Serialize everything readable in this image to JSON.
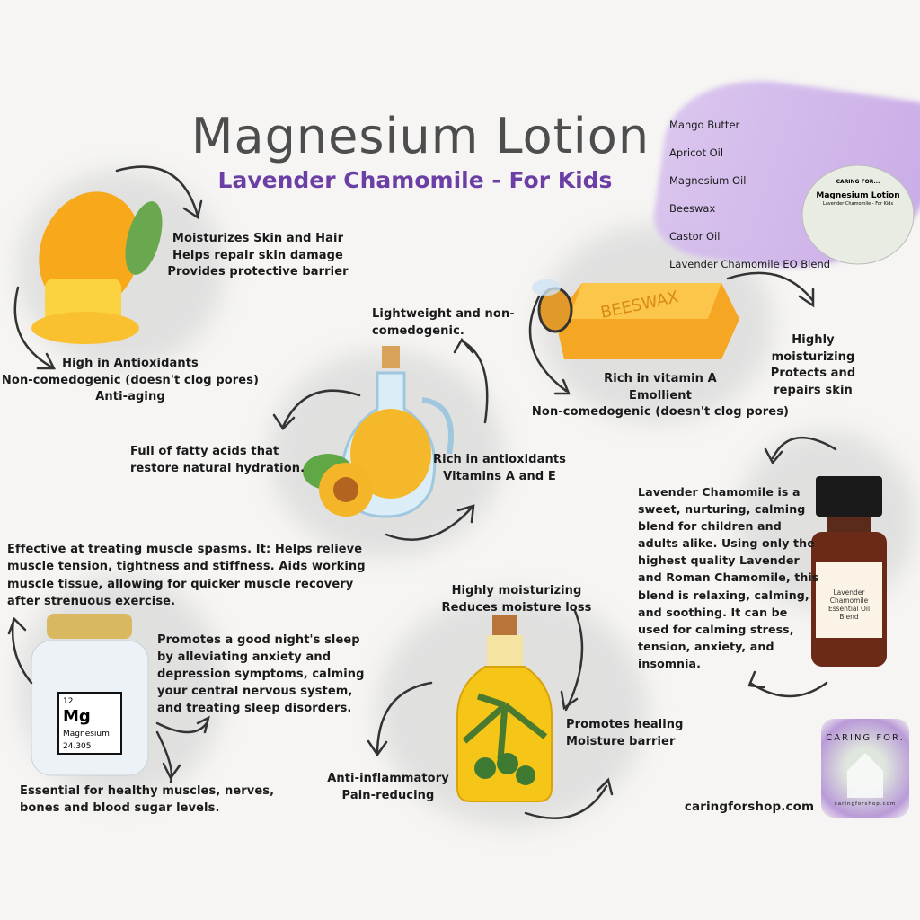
{
  "header": {
    "title": "Magnesium Lotion",
    "subtitle": "Lavender Chamomile - For Kids"
  },
  "ingredients": [
    "Mango Butter",
    "Apricot Oil",
    "Magnesium Oil",
    "Beeswax",
    "Castor Oil",
    "Lavender Chamomile EO Blend"
  ],
  "product_jar": {
    "brand": "CARING FOR...",
    "name": "Magnesium Lotion",
    "variant": "Lavender Chamomile - For Kids"
  },
  "mango_butter": {
    "benefits_1": "Moisturizes Skin and Hair\nHelps repair skin damage\nProvides protective barrier",
    "benefits_2": "High in Antioxidants\nNon-comedogenic (doesn't clog pores)\nAnti-aging"
  },
  "apricot_oil": {
    "benefits_1": "Lightweight and non-\ncomedogenic.",
    "benefits_2": "Full of fatty acids that\nrestore natural hydration.",
    "benefits_3": "Rich in antioxidants\nVitamins A and E"
  },
  "beeswax": {
    "label": "BEESWAX",
    "benefits_1": "Highly moisturizing\nProtects and repairs skin",
    "benefits_2": "Rich in vitamin A\nEmollient\nNon-comedogenic (doesn't clog pores)"
  },
  "lavender_chamomile": {
    "description": "Lavender Chamomile is a\nsweet, nurturing, calming\nblend for children and\nadults alike. Using only the\nhighest quality Lavender\nand Roman Chamomile, this\nblend is relaxing, calming,\nand soothing. It can be\nused for calming stress,\ntension, anxiety, and\ninsomnia.",
    "bottle_label": "Lavender Chamomile\nEssential Oil\nBlend"
  },
  "magnesium": {
    "benefits_1": "Effective at treating muscle spasms. It: Helps relieve\nmuscle tension, tightness and stiffness. Aids working\nmuscle tissue, allowing for quicker muscle recovery\nafter strenuous exercise.",
    "benefits_2": "Promotes a good night's sleep\nby alleviating anxiety and\ndepression symptoms, calming\nyour central nervous system,\nand treating sleep disorders.",
    "benefits_3": "Essential for healthy muscles, nerves,\nbones and blood sugar levels.",
    "element_number": "12",
    "element_symbol": "Mg",
    "element_name": "Magnesium",
    "element_mass": "24.305"
  },
  "castor_oil": {
    "benefits_1": "Highly moisturizing\nReduces moisture loss",
    "benefits_2": "Promotes healing\nMoisture barrier",
    "benefits_3": "Anti-inflammatory\nPain-reducing"
  },
  "footer": {
    "website": "caringforshop.com",
    "logo_text": "CARING FOR.",
    "logo_url": "caringforshop.com"
  },
  "colors": {
    "title": "#4d4d4d",
    "subtitle": "#6c3fa6",
    "purple": "#c9aee8"
  }
}
